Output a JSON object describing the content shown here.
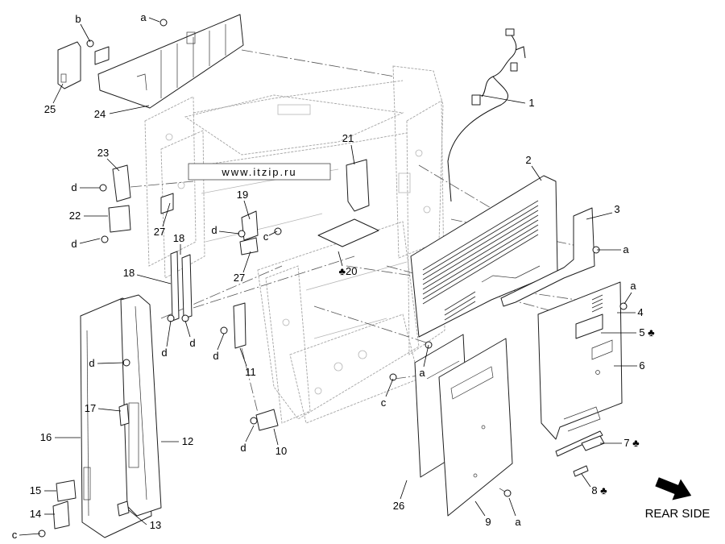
{
  "watermark": {
    "text": "www.itzip.ru"
  },
  "rear_side": {
    "label": "REAR SIDE",
    "icon": "arrow-down-right-icon"
  },
  "callouts": [
    {
      "label": "a"
    },
    {
      "label": "b"
    },
    {
      "label": "25"
    },
    {
      "label": "24"
    },
    {
      "label": "1"
    },
    {
      "label": "21"
    },
    {
      "label": "2"
    },
    {
      "label": "23"
    },
    {
      "label": "d"
    },
    {
      "label": "19"
    },
    {
      "label": "3"
    },
    {
      "label": "22"
    },
    {
      "label": "d"
    },
    {
      "label": "c"
    },
    {
      "label": "27"
    },
    {
      "label": "18"
    },
    {
      "label": "d"
    },
    {
      "label": "a"
    },
    {
      "label": "27"
    },
    {
      "label": "♣20"
    },
    {
      "label": "18"
    },
    {
      "label": "a"
    },
    {
      "label": "4"
    },
    {
      "label": "5 ♣"
    },
    {
      "label": "d"
    },
    {
      "label": "d"
    },
    {
      "label": "d"
    },
    {
      "label": "d"
    },
    {
      "label": "a"
    },
    {
      "label": "6"
    },
    {
      "label": "11"
    },
    {
      "label": "c"
    },
    {
      "label": "17"
    },
    {
      "label": "16"
    },
    {
      "label": "12"
    },
    {
      "label": "10"
    },
    {
      "label": "d"
    },
    {
      "label": "7 ♣"
    },
    {
      "label": "15"
    },
    {
      "label": "8 ♣"
    },
    {
      "label": "26"
    },
    {
      "label": "14"
    },
    {
      "label": "9"
    },
    {
      "label": "a"
    },
    {
      "label": "13"
    },
    {
      "label": "c"
    }
  ]
}
